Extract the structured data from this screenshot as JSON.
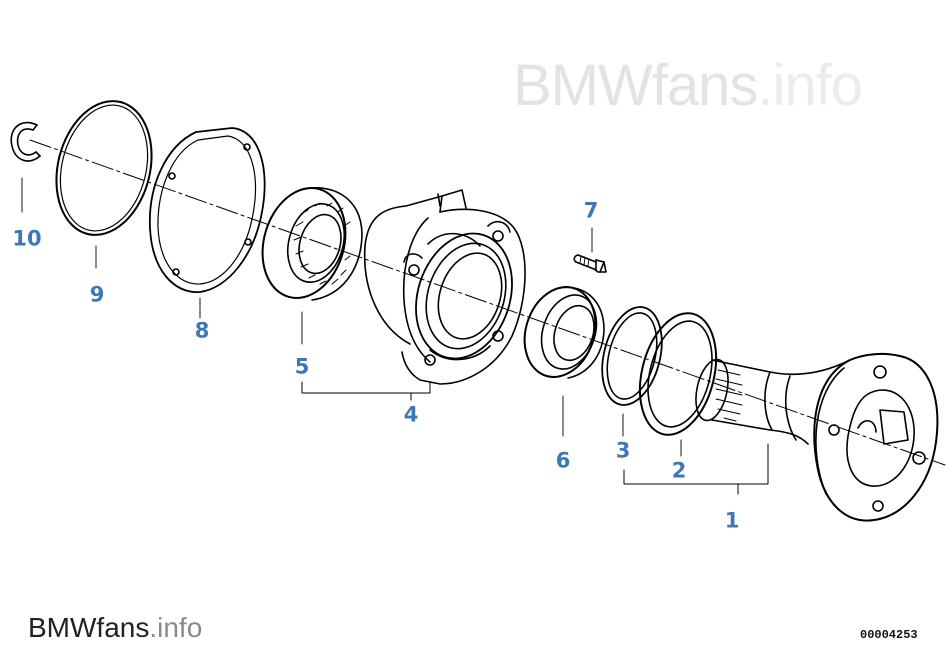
{
  "watermark": {
    "brand": "BMWfans",
    "suffix": ".info"
  },
  "diagram_id": "00004253",
  "label_color": "#3d78b4",
  "callouts": [
    "1",
    "2",
    "3",
    "4",
    "5",
    "6",
    "7",
    "8",
    "9",
    "10"
  ]
}
